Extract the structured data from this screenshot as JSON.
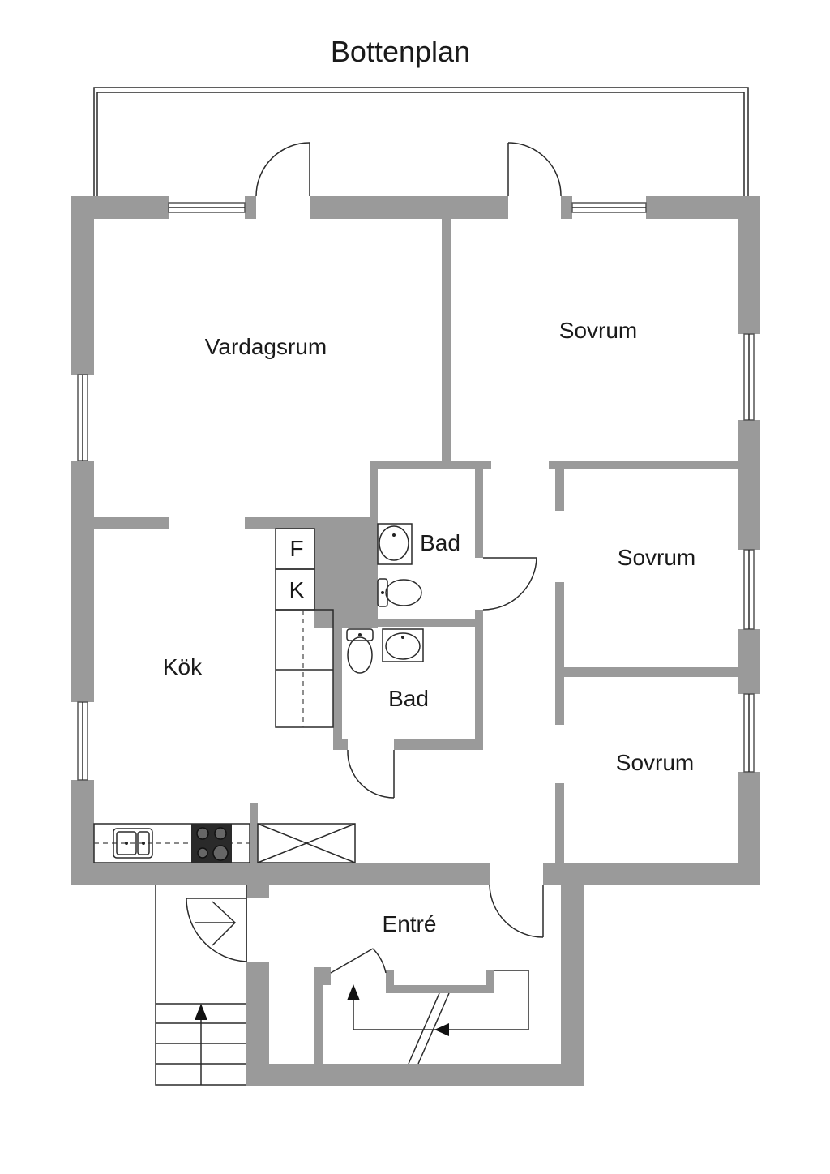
{
  "title": "Bottenplan",
  "rooms": {
    "vardagsrum": "Vardagsrum",
    "sovrum_1": "Sovrum",
    "sovrum_2": "Sovrum",
    "sovrum_3": "Sovrum",
    "bad_1": "Bad",
    "bad_2": "Bad",
    "kok": "Kök",
    "entre": "Entré"
  },
  "appliances": {
    "freezer": "F",
    "fridge": "K"
  },
  "colors": {
    "wall": "#9a9a9a",
    "line": "#2a2a2a",
    "background": "#ffffff"
  }
}
